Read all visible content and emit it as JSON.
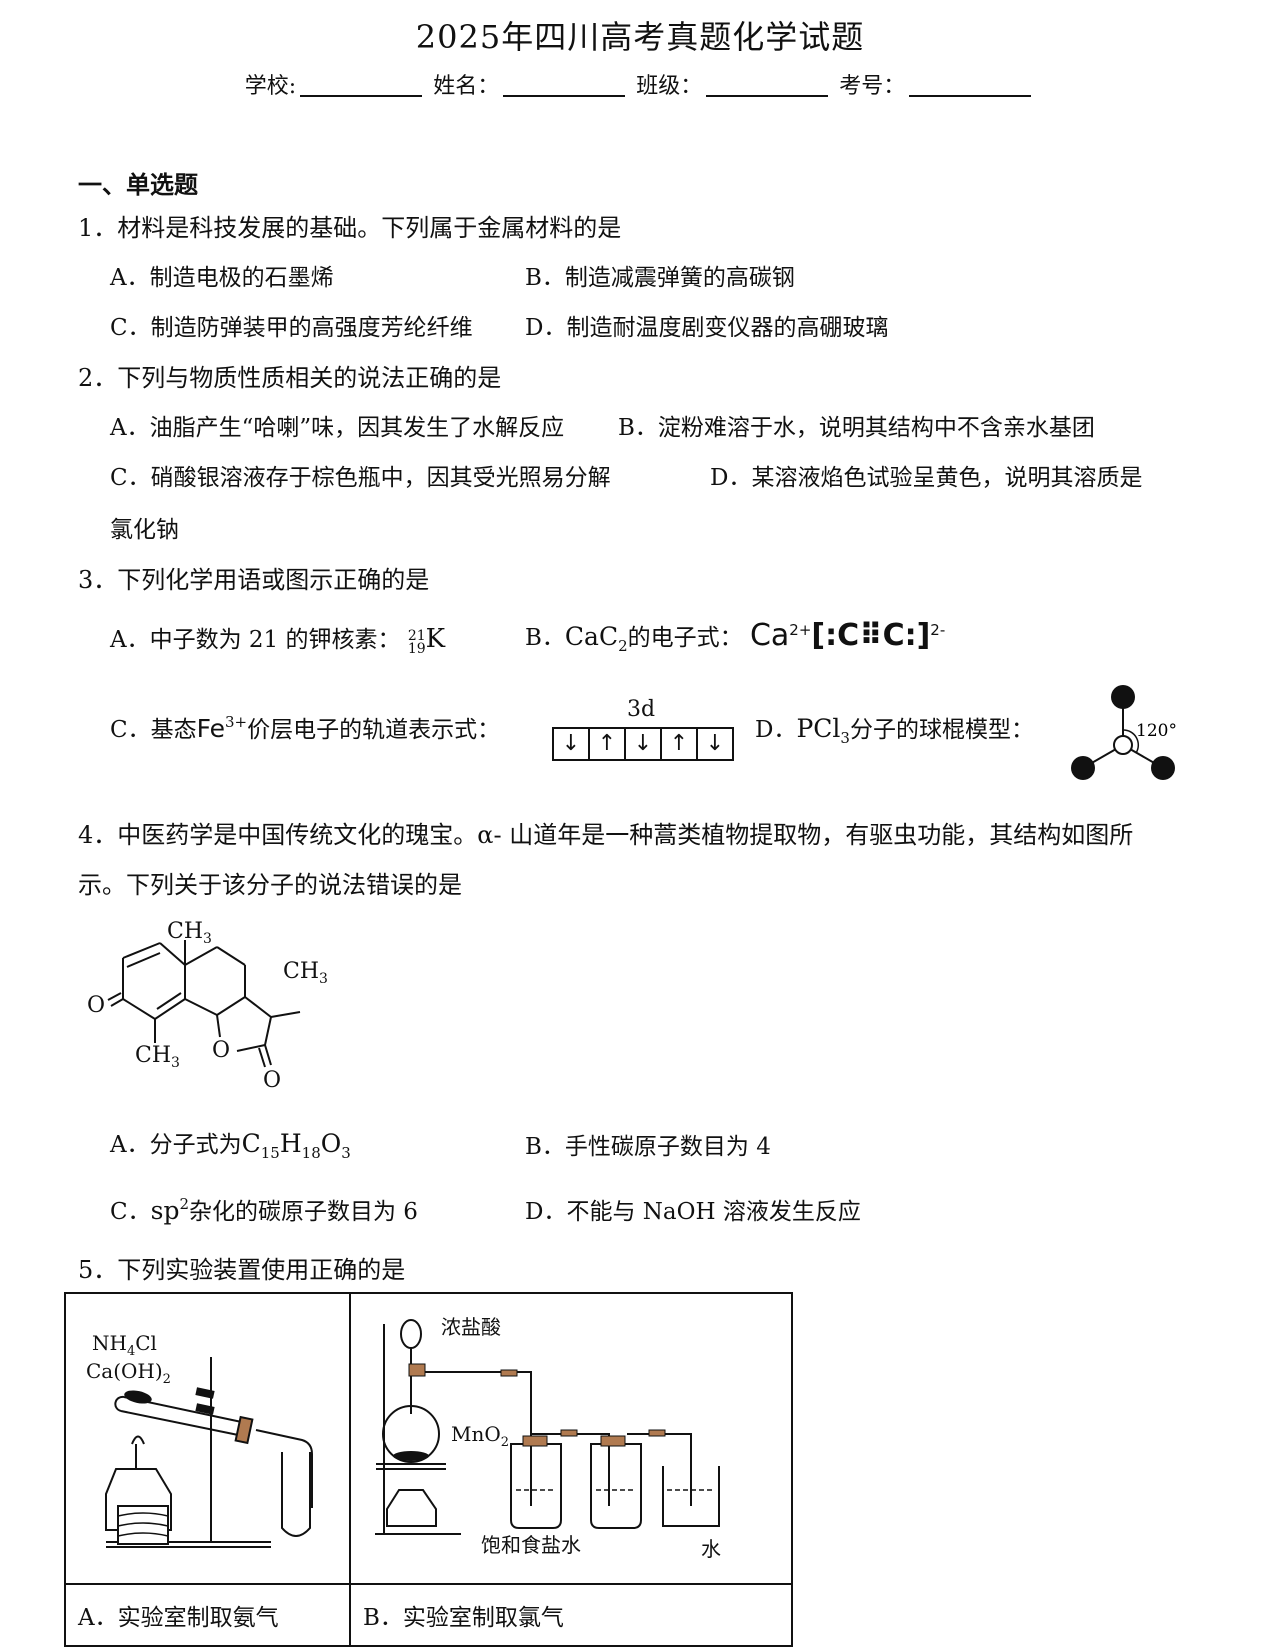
{
  "header": {
    "title": "2025年四川高考真题化学试题",
    "school": "学校:",
    "name": "姓名：",
    "class": "班级：",
    "number": "考号："
  },
  "section1": "一、单选题",
  "q1": {
    "stem": "1．材料是科技发展的基础。下列属于金属材料的是",
    "a": "A．制造电极的石墨烯",
    "b": "B．制造减震弹簧的高碳钢",
    "c": "C．制造防弹装甲的高强度芳纶纤维",
    "d": "D．制造耐温度剧变仪器的高硼玻璃"
  },
  "q2": {
    "stem": "2．下列与物质性质相关的说法正确的是",
    "a": "A．油脂产生“哈喇”味，因其发生了水解反应",
    "b": "B．淀粉难溶于水，说明其结构中不含亲水基团",
    "c": "C．硝酸银溶液存于棕色瓶中，因其受光照易分解",
    "d": "D．某溶液焰色试验呈黄色，说明其溶质是",
    "d2": "氯化钠"
  },
  "q3": {
    "stem": "3．下列化学用语或图示正确的是",
    "a_text": "A．中子数为 21 的钾核素：",
    "a_mass": "21",
    "a_z": "19",
    "a_el": "K",
    "b_pre": "B．",
    "b_formula": "CaC",
    "b_sub": "2",
    "b_text": "的电子式：",
    "b_ca": "Ca",
    "b_ca_charge": "2+",
    "b_ion": "[:C⠿C:]",
    "b_ion_charge": "2-",
    "c_text": "C．基态",
    "c_ion": "Fe",
    "c_charge": "3+",
    "c_text2": "价层电子的轨道表示式：",
    "c_label": "3d",
    "c_orbitals": [
      "↓",
      "↑",
      "↓",
      "↑",
      "↓"
    ],
    "d_pre": "D．",
    "d_formula": "PCl",
    "d_sub": "3",
    "d_text": "分子的球棍模型：",
    "d_angle": "120°"
  },
  "q4": {
    "stem1": "4．中医药学是中国传统文化的瑰宝。α- 山道年是一种蒿类植物提取物，有驱虫功能，其结构如图所",
    "stem2": "示。下列关于该分子的说法错误的是",
    "lbl_ch3_top": "CH",
    "lbl_ch3_right": "CH",
    "lbl_ch3_bottom": "CH",
    "lbl_3": "3",
    "lbl_o": "O",
    "a_text": "A．分子式为",
    "a_formula": [
      "C",
      "15",
      "H",
      "18",
      "O",
      "3"
    ],
    "b": "B．手性碳原子数目为 4",
    "c_pre": "C．",
    "c_sp": "sp",
    "c_sup": "2",
    "c_text": "杂化的碳原子数目为 6",
    "d": "D．不能与 NaOH 溶液发生反应"
  },
  "q5": {
    "stem": "5．下列实验装置使用正确的是",
    "a_reagent1": "NH",
    "a_reagent1b": "Cl",
    "a_reagent1_sub": "4",
    "a_reagent2": "Ca(OH)",
    "a_reagent2_sub": "2",
    "b_label_acid": "浓盐酸",
    "b_label_mno2": "MnO",
    "b_mno2_sub": "2",
    "b_label_brine": "饱和食盐水",
    "b_label_water": "水",
    "a_caption": "A．实验室制取氨气",
    "b_caption": "B．实验室制取氯气"
  }
}
